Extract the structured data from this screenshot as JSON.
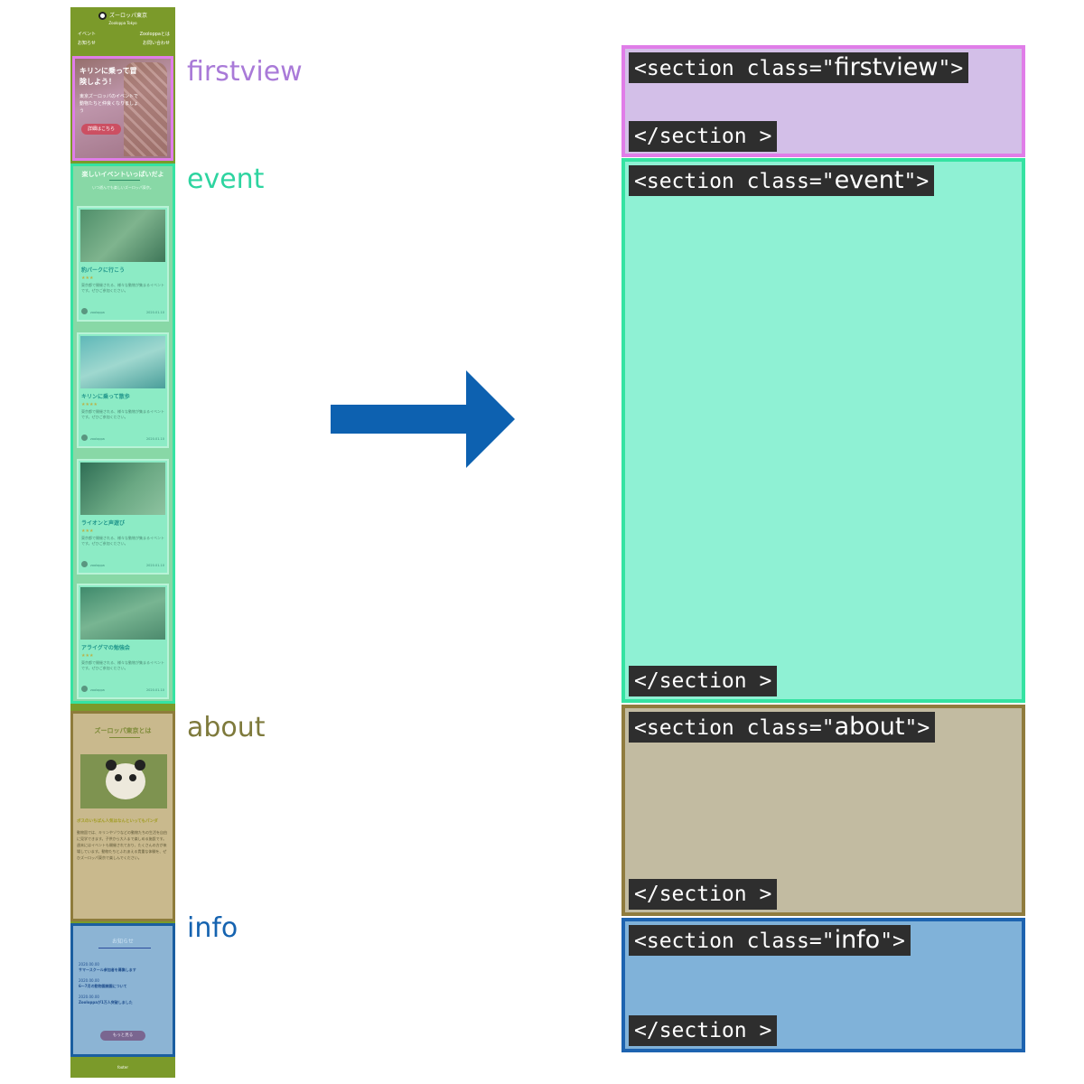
{
  "mockup": {
    "logo_title": "ズーロッパ東京",
    "logo_sub": "Zooloppa Tokyo",
    "nav": [
      "イベント",
      "Zooloppaとは",
      "お知らせ",
      "お問い合わせ"
    ],
    "firstview": {
      "title": "キリンに乗って冒険しよう！",
      "text": "東京ズーロッパのイベントで動物たちと仲良くなりましょう",
      "button": "詳細はこちら"
    },
    "event": {
      "heading": "楽しいイベントいっぱいだよ",
      "subheading": "いつ遊んでも楽しいズーロッパ東京。",
      "cards": [
        {
          "title": "豹パークに行こう",
          "stars": "★★★",
          "text": "東京都で開催される、様々な動物が集まるイベントです。ぜひご参加ください。",
          "author": "zooloppa",
          "date": "2020.01.10"
        },
        {
          "title": "キリンに乗って散歩",
          "stars": "★★★★",
          "text": "東京都で開催される、様々な動物が集まるイベントです。ぜひご参加ください。",
          "author": "zooloppa",
          "date": "2020.01.10"
        },
        {
          "title": "ライオンと声遊び",
          "stars": "★★★",
          "text": "東京都で開催される、様々な動物が集まるイベントです。ぜひご参加ください。",
          "author": "zooloppa",
          "date": "2020.01.10"
        },
        {
          "title": "アライグマの勉強会",
          "stars": "★★★",
          "text": "東京都で開催される、様々な動物が集まるイベントです。ぜひご参加ください。",
          "author": "zooloppa",
          "date": "2020.01.10"
        }
      ]
    },
    "about": {
      "heading": "ズーロッパ東京とは",
      "lead": "ボスのいちばん人気はなんといってもパンダ",
      "body": "動物園では、キリンやゾウなどの動物たちの生活を自由に見学できます。子供から大人まで楽しめる施設です。週末にはイベントも開催されており、たくさんの方が来場しています。動物たちとふれあえる貴重な体験を、ぜひズーロッパ東京で楽しんでください。"
    },
    "info": {
      "heading": "お知らせ",
      "rows": [
        {
          "date": "2020.00.00",
          "text": "サマースクール参加者を募集します"
        },
        {
          "date": "2020.00.00",
          "text": "6～7月の動物園開園について"
        },
        {
          "date": "2020.00.00",
          "text": "Zooloppaが1万人突破しました"
        }
      ],
      "more_button": "もっと見る"
    },
    "footer": "footer"
  },
  "labels": {
    "firstview": "firstview",
    "event": "event",
    "about": "about",
    "info": "info"
  },
  "sections": [
    {
      "open_prefix": "<section class=\"",
      "class_name": "firstview",
      "open_suffix": "\">",
      "close": "</section >",
      "border_color": "#e07de8",
      "fill_color": "#d3bfe8",
      "label_color": "#a97ad8"
    },
    {
      "open_prefix": "<section class=\"",
      "class_name": "event",
      "open_suffix": "\">",
      "close": "</section >",
      "border_color": "#35e3a2",
      "fill_color": "#8ff1d4",
      "label_color": "#2ed4a0"
    },
    {
      "open_prefix": "<section class=\"",
      "class_name": "about",
      "open_suffix": "\">",
      "close": "</section >",
      "border_color": "#907c3e",
      "fill_color": "#c2bba1",
      "label_color": "#7e7a3c"
    },
    {
      "open_prefix": "<section class=\"",
      "class_name": "info",
      "open_suffix": "\">",
      "close": "</section >",
      "border_color": "#1d63b0",
      "fill_color": "#80b2d9",
      "label_color": "#1563b0"
    }
  ],
  "arrow_color": "#0d61b0"
}
